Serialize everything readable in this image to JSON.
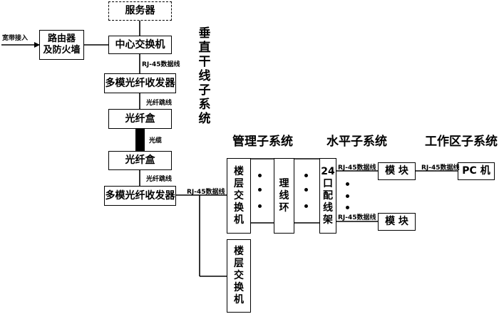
{
  "diagram": {
    "nodes": {
      "server": "服务器",
      "router": "路由器\n及防火墙",
      "core_switch": "中心交换机",
      "transceiver_top": "多模光纤收发器",
      "fiber_box_top": "光纤盒",
      "fiber_box_bottom": "光纤盒",
      "transceiver_bottom": "多模光纤收发器",
      "floor_switch_1": "楼层交换机",
      "floor_switch_2": "楼层交换机",
      "cable_manager": "理线环",
      "patch_panel": "24口配线架",
      "module_top": "模 块",
      "module_bottom": "模 块",
      "pc": "PC 机"
    },
    "link_labels": {
      "broadband": "宽带接入",
      "rj45_core": "RJ-45数据线",
      "jumper_top": "光纤跳线",
      "cable": "光缆",
      "jumper_bottom": "光纤跳线",
      "rj45_floor": "RJ-45数据线",
      "rj45_panel_top": "RJ-45数据线",
      "rj45_panel_bottom": "RJ-45数据线",
      "rj45_pc": "RJ-45数据线"
    },
    "subsystems": {
      "vertical": "垂直干线子系统",
      "management": "管理子系统",
      "horizontal": "水平子系统",
      "work_area": "工作区子系统"
    }
  }
}
